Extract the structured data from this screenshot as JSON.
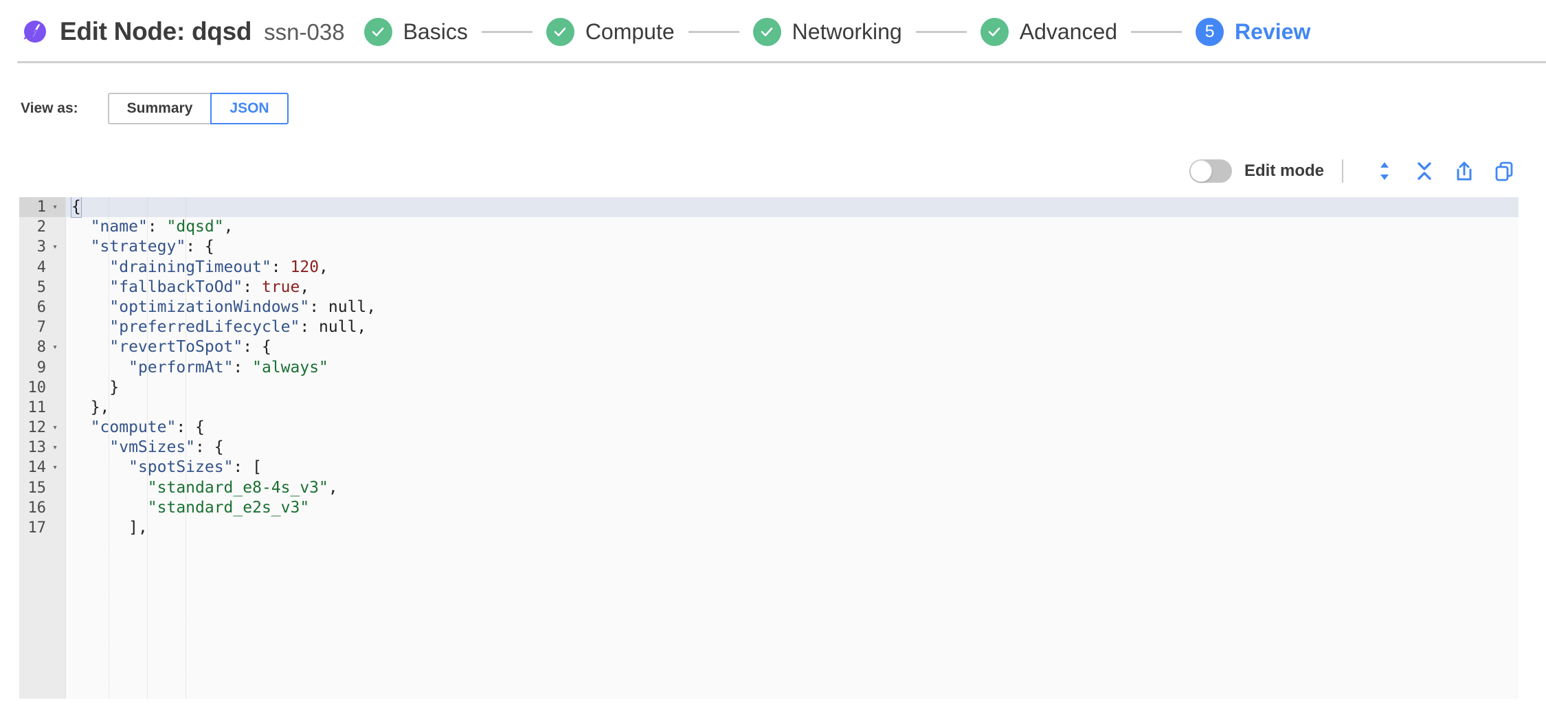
{
  "header": {
    "logo_icon": "spot-logo-icon",
    "title": "Edit Node: dqsd",
    "subtitle": "ssn-038",
    "steps": [
      {
        "label": "Basics",
        "state": "done",
        "marker": "check"
      },
      {
        "label": "Compute",
        "state": "done",
        "marker": "check"
      },
      {
        "label": "Networking",
        "state": "done",
        "marker": "check"
      },
      {
        "label": "Advanced",
        "state": "done",
        "marker": "check"
      },
      {
        "label": "Review",
        "state": "current",
        "marker": "5"
      }
    ]
  },
  "view_as": {
    "label": "View as:",
    "options": [
      "Summary",
      "JSON"
    ],
    "selected": "JSON"
  },
  "editor_toolbar": {
    "edit_mode_label": "Edit mode",
    "edit_mode_on": false,
    "actions": [
      {
        "name": "expand-all-icon",
        "title": "Expand all"
      },
      {
        "name": "collapse-all-icon",
        "title": "Collapse all"
      },
      {
        "name": "share-icon",
        "title": "Share"
      },
      {
        "name": "copy-icon",
        "title": "Copy"
      }
    ]
  },
  "colors": {
    "accent_blue": "#4287f5",
    "step_green": "#5cbf8c",
    "brand_purple": "#7c52f0",
    "json_key": "#34538b",
    "json_string": "#1a7032",
    "json_number": "#8b2020",
    "active_line": "#e2e7f0",
    "gutter": "#ebebeb"
  },
  "json_editor": {
    "active_line": 1,
    "lines": [
      {
        "n": 1,
        "fold": true,
        "indent": 0,
        "tokens": [
          {
            "t": "bm",
            "v": "{"
          }
        ]
      },
      {
        "n": 2,
        "fold": false,
        "indent": 1,
        "tokens": [
          {
            "t": "k",
            "v": "\"name\""
          },
          {
            "t": "p",
            "v": ": "
          },
          {
            "t": "s",
            "v": "\"dqsd\""
          },
          {
            "t": "p",
            "v": ","
          }
        ]
      },
      {
        "n": 3,
        "fold": true,
        "indent": 1,
        "tokens": [
          {
            "t": "k",
            "v": "\"strategy\""
          },
          {
            "t": "p",
            "v": ": {"
          }
        ]
      },
      {
        "n": 4,
        "fold": false,
        "indent": 2,
        "tokens": [
          {
            "t": "k",
            "v": "\"drainingTimeout\""
          },
          {
            "t": "p",
            "v": ": "
          },
          {
            "t": "n",
            "v": "120"
          },
          {
            "t": "p",
            "v": ","
          }
        ]
      },
      {
        "n": 5,
        "fold": false,
        "indent": 2,
        "tokens": [
          {
            "t": "k",
            "v": "\"fallbackToOd\""
          },
          {
            "t": "p",
            "v": ": "
          },
          {
            "t": "n",
            "v": "true"
          },
          {
            "t": "p",
            "v": ","
          }
        ]
      },
      {
        "n": 6,
        "fold": false,
        "indent": 2,
        "tokens": [
          {
            "t": "k",
            "v": "\"optimizationWindows\""
          },
          {
            "t": "p",
            "v": ": null,"
          }
        ]
      },
      {
        "n": 7,
        "fold": false,
        "indent": 2,
        "tokens": [
          {
            "t": "k",
            "v": "\"preferredLifecycle\""
          },
          {
            "t": "p",
            "v": ": null,"
          }
        ]
      },
      {
        "n": 8,
        "fold": true,
        "indent": 2,
        "tokens": [
          {
            "t": "k",
            "v": "\"revertToSpot\""
          },
          {
            "t": "p",
            "v": ": {"
          }
        ]
      },
      {
        "n": 9,
        "fold": false,
        "indent": 3,
        "tokens": [
          {
            "t": "k",
            "v": "\"performAt\""
          },
          {
            "t": "p",
            "v": ": "
          },
          {
            "t": "s",
            "v": "\"always\""
          }
        ]
      },
      {
        "n": 10,
        "fold": false,
        "indent": 2,
        "tokens": [
          {
            "t": "p",
            "v": "}"
          }
        ]
      },
      {
        "n": 11,
        "fold": false,
        "indent": 1,
        "tokens": [
          {
            "t": "p",
            "v": "},"
          }
        ]
      },
      {
        "n": 12,
        "fold": true,
        "indent": 1,
        "tokens": [
          {
            "t": "k",
            "v": "\"compute\""
          },
          {
            "t": "p",
            "v": ": {"
          }
        ]
      },
      {
        "n": 13,
        "fold": true,
        "indent": 2,
        "tokens": [
          {
            "t": "k",
            "v": "\"vmSizes\""
          },
          {
            "t": "p",
            "v": ": {"
          }
        ]
      },
      {
        "n": 14,
        "fold": true,
        "indent": 3,
        "tokens": [
          {
            "t": "k",
            "v": "\"spotSizes\""
          },
          {
            "t": "p",
            "v": ": ["
          }
        ]
      },
      {
        "n": 15,
        "fold": false,
        "indent": 4,
        "tokens": [
          {
            "t": "s",
            "v": "\"standard_e8-4s_v3\""
          },
          {
            "t": "p",
            "v": ","
          }
        ]
      },
      {
        "n": 16,
        "fold": false,
        "indent": 4,
        "tokens": [
          {
            "t": "s",
            "v": "\"standard_e2s_v3\""
          }
        ]
      },
      {
        "n": 17,
        "fold": false,
        "indent": 3,
        "tokens": [
          {
            "t": "p",
            "v": "],"
          }
        ]
      }
    ]
  }
}
